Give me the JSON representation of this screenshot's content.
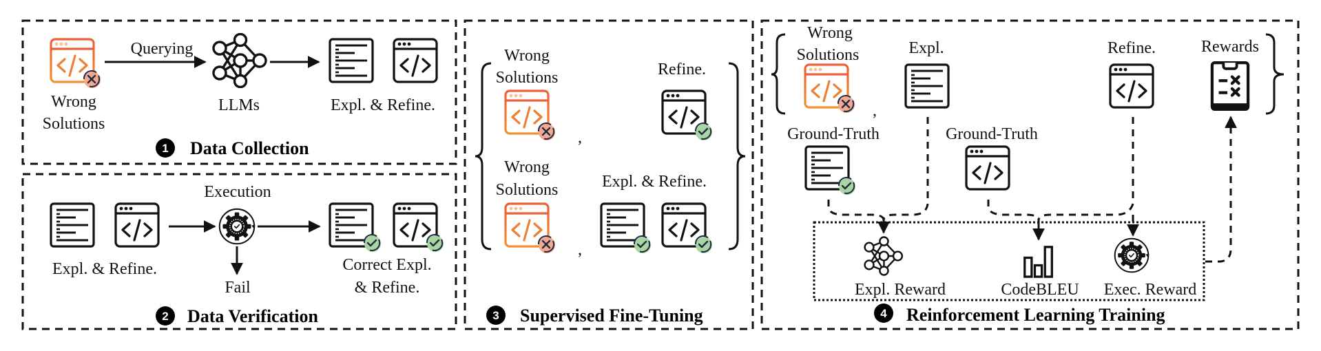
{
  "colors": {
    "wrong_top": "#e8613a",
    "wrong_bottom": "#f0912f",
    "wrong_dots": "#f6c391",
    "wrong_badge_fill": "#f2a98f",
    "correct_badge_fill": "#a8d5a2",
    "badge_stroke": "#1e2a44",
    "ink": "#111111"
  },
  "panels": {
    "data_collection": {
      "number": "1",
      "title": "Data Collection",
      "wrong_line1": "Wrong",
      "wrong_line2": "Solutions",
      "arrow_label": "Querying",
      "model_label": "LLMs",
      "output_label": "Expl. & Refine."
    },
    "data_verification": {
      "number": "2",
      "title": "Data Verification",
      "input_label": "Expl. & Refine.",
      "execution_label": "Execution",
      "fail_label": "Fail",
      "output_line1": "Correct Expl.",
      "output_line2": "& Refine."
    },
    "sft": {
      "number": "3",
      "title": "Supervised Fine-Tuning",
      "row1": {
        "wrong_line1": "Wrong",
        "wrong_line2": "Solutions",
        "separator": ",",
        "target_label": "Refine."
      },
      "row2": {
        "wrong_line1": "Wrong",
        "wrong_line2": "Solutions",
        "separator": ",",
        "target_label": "Expl. & Refine."
      }
    },
    "rl": {
      "number": "4",
      "title": "Reinforcement Learning Training",
      "wrong_line1": "Wrong",
      "wrong_line2": "Solutions",
      "separator": ",",
      "expl_label": "Expl.",
      "refine_label": "Refine.",
      "rewards_label": "Rewards",
      "gt_expl_label": "Ground-Truth",
      "gt_code_label": "Ground-Truth",
      "reward_expl_label": "Expl. Reward",
      "reward_codebleu_label": "CodeBLEU",
      "reward_exec_label": "Exec. Reward"
    }
  }
}
